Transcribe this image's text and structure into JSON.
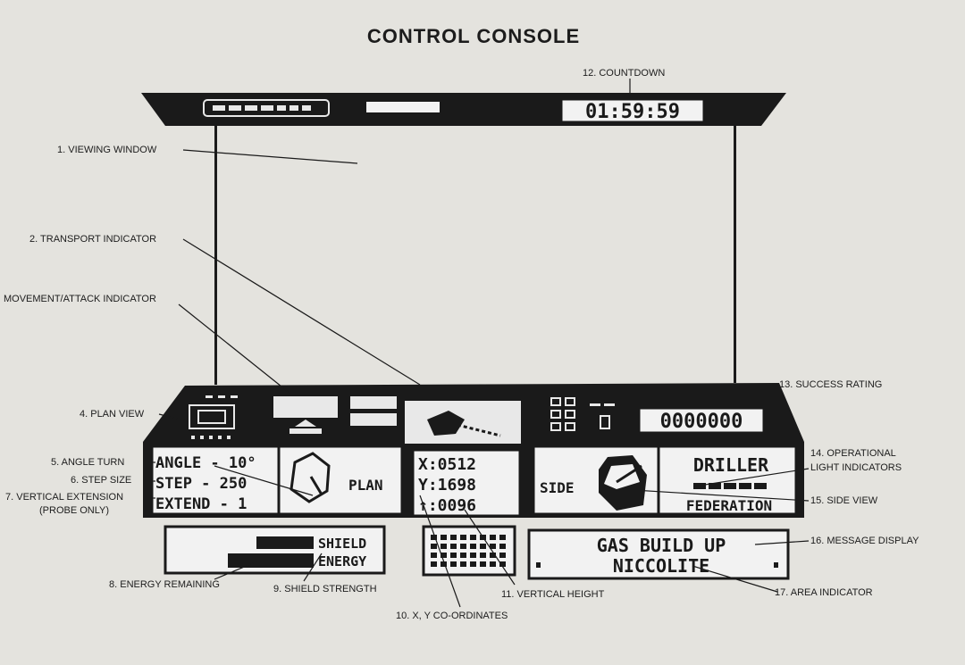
{
  "title": "CONTROL CONSOLE",
  "console": {
    "countdown": "01:59:59",
    "angle_readout": "ANGLE - 10°",
    "step_readout": "STEP - 250",
    "extend_readout": "EXTEND - 1",
    "plan_label": "PLAN",
    "coord_x": "X:0512",
    "coord_y": "Y:1698",
    "coord_h": "↑:0096",
    "side_label": "SIDE",
    "score": "0000000",
    "driller": "DRILLER",
    "federation": "FEDERATION",
    "shield_label": "SHIELD",
    "energy_label": "ENERGY",
    "message_line1": "GAS BUILD UP",
    "message_line2": "NICCOLITE"
  },
  "labels": {
    "countdown": "12. COUNTDOWN",
    "viewing_window": "1. VIEWING WINDOW",
    "transport": "2. TRANSPORT INDICATOR",
    "movement": "MOVEMENT/ATTACK INDICATOR",
    "plan_view": "4. PLAN VIEW",
    "angle_turn": "5. ANGLE TURN",
    "step_size": "6. STEP SIZE",
    "vertical_ext": "7. VERTICAL EXTENSION",
    "probe_only": "(PROBE ONLY)",
    "energy_remaining": "8. ENERGY REMAINING",
    "shield_strength": "9. SHIELD STRENGTH",
    "coordinates": "10. X, Y CO-ORDINATES",
    "vertical_height": "11. VERTICAL HEIGHT",
    "success_rating": "13. SUCCESS RATING",
    "operational_1": "14. OPERATIONAL",
    "operational_2": "LIGHT INDICATORS",
    "side_view": "15. SIDE VIEW",
    "message_display": "16. MESSAGE DISPLAY",
    "area_indicator": "17. AREA INDICATOR"
  }
}
